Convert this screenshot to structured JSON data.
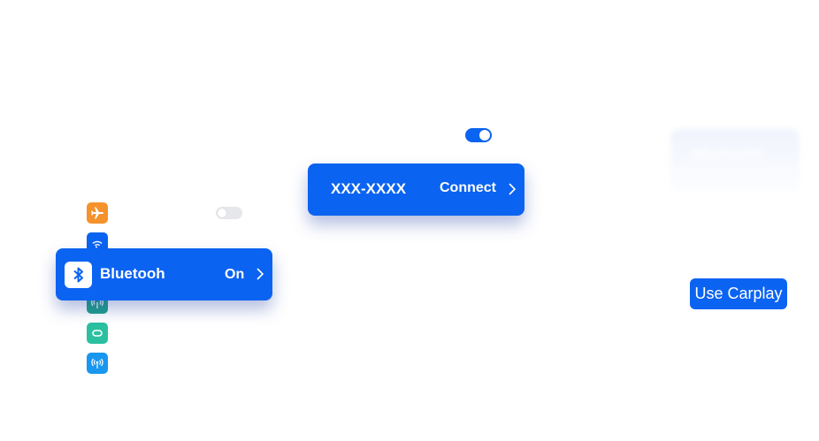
{
  "bluetooth_row": {
    "label": "Bluetooh",
    "status": "On"
  },
  "device_row": {
    "name": "XXX-XXXX",
    "action": "Connect"
  },
  "faded_card": {
    "text": "Bluetooth"
  },
  "carplay_button": {
    "label": "Use Carplay"
  },
  "icons": [
    {
      "name": "airplane-icon",
      "color": "#f5922b"
    },
    {
      "name": "wifi-icon",
      "color": "#0b63f1"
    },
    {
      "name": "cellular-icon",
      "color": "#1fa08a"
    },
    {
      "name": "link-icon",
      "color": "#2bc0a0"
    },
    {
      "name": "hotspot-icon",
      "color": "#1996f0"
    }
  ],
  "colors": {
    "accent": "#0b63f1",
    "toggle_off": "#e6e7ea"
  }
}
